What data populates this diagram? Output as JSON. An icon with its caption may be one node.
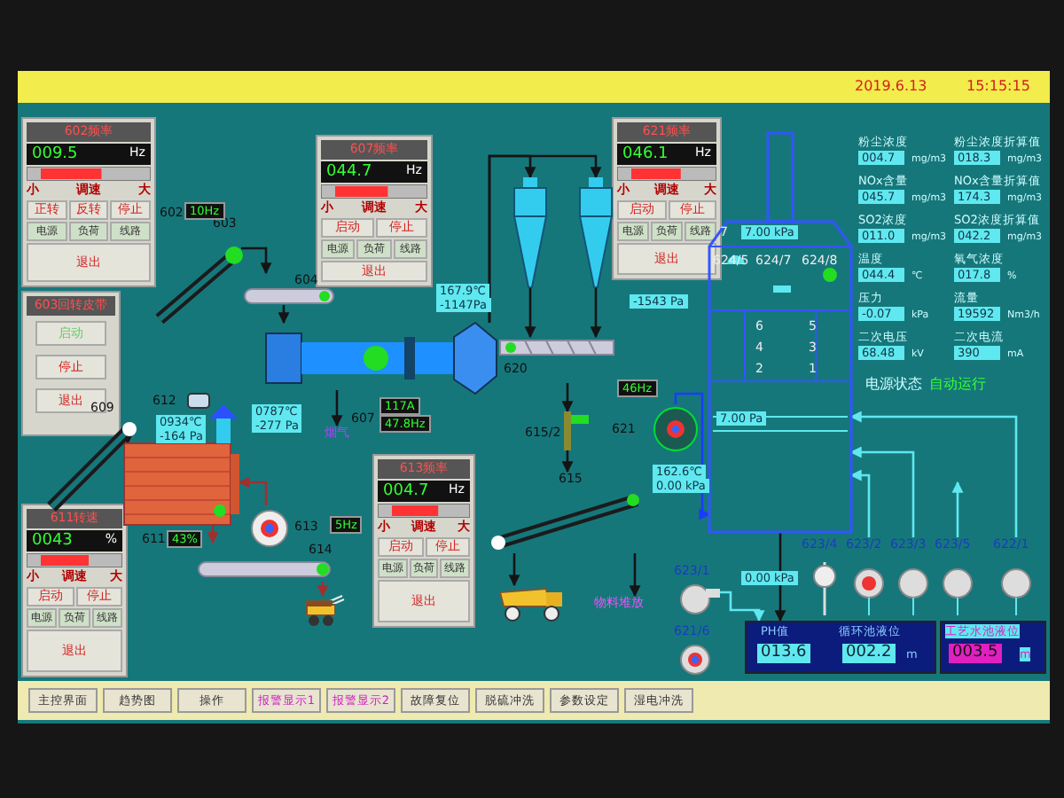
{
  "diagram": {
    "nodes": [
      {
        "text": [
          "602频率",
          "009.5",
          "Hz",
          "小",
          "调速",
          "大",
          "正转",
          "反转",
          "停止",
          "电源",
          "负荷",
          "线路",
          "退出"
        ]
      },
      {
        "text": [
          "603回转皮带",
          "启动",
          "停止",
          "退出"
        ]
      },
      {
        "text": [
          "607频率",
          "044.7",
          "Hz",
          "小",
          "调速",
          "大",
          "启动",
          "停止",
          "电源",
          "负荷",
          "线路",
          "退出"
        ]
      },
      {
        "text": [
          "621频率",
          "046.1",
          "Hz",
          "小",
          "调速",
          "大",
          "启动",
          "停止",
          "电源",
          "负荷",
          "线路",
          "退出"
        ]
      },
      {
        "text": [
          "611转速",
          "0043",
          "%",
          "小",
          "调速",
          "大",
          "启动",
          "停止",
          "电源",
          "负荷",
          "线路",
          "退出"
        ]
      },
      {
        "text": [
          "613频率",
          "004.7",
          "Hz",
          "小",
          "调速",
          "大",
          "启动",
          "停止",
          "电源",
          "负荷",
          "线路",
          "退出"
        ]
      },
      {
        "text": [
          "603"
        ]
      },
      {
        "text": [
          "604"
        ]
      },
      {
        "text": [],
        "shape": "picture"
      },
      {
        "text": [],
        "shape": "picture"
      },
      {
        "text": [
          "609"
        ]
      },
      {
        "text": [
          "613"
        ]
      },
      {
        "text": [
          "614"
        ]
      },
      {
        "text": [],
        "shape": "picture"
      },
      {
        "text": [],
        "shape": "picture"
      },
      {
        "text": [],
        "shape": "picture"
      },
      {
        "text": [
          "620"
        ]
      },
      {
        "text": [
          "615"
        ]
      },
      {
        "text": [],
        "shape": "picture"
      },
      {
        "text": [
          "物料堆放"
        ]
      },
      {
        "text": [
          "烟气"
        ]
      },
      {
        "text": [
          "621"
        ]
      },
      {
        "text": [],
        "shape": "picture"
      },
      {
        "text": [
          "PH值",
          "013.6",
          "循环池液位",
          "002.2",
          "m"
        ]
      },
      {
        "text": [
          "工艺水池液位",
          "003.5",
          "m"
        ]
      },
      {
        "text": [
          "623/4"
        ]
      },
      {
        "text": [
          "623/2"
        ]
      },
      {
        "text": [
          "623/3"
        ]
      },
      {
        "text": [
          "623/5"
        ]
      },
      {
        "text": [
          "622/1"
        ]
      },
      {
        "text": [
          "623/1"
        ]
      },
      {
        "text": [
          "621/6"
        ]
      },
      {
        "text": [
          "612"
        ]
      },
      {
        "text": [],
        "shape": "picture"
      },
      {
        "text": [
          "615/2"
        ]
      }
    ],
    "edges": [
      {
        "from": 6,
        "to": 7,
        "arrow": "to"
      },
      {
        "from": 7,
        "to": 8,
        "arrow": "to"
      },
      {
        "from": 10,
        "to": 9,
        "arrow": "to"
      },
      {
        "from": 11,
        "to": 9,
        "arrow": "to",
        "color": "#a03030"
      },
      {
        "from": 9,
        "to": 12,
        "arrow": "to",
        "color": "#a03030"
      },
      {
        "from": 12,
        "to": 13,
        "arrow": "to",
        "color": "#a03030"
      },
      {
        "from": 8,
        "to": 14,
        "arrow": "to"
      },
      {
        "from": 8,
        "to": 15,
        "arrow": "to"
      },
      {
        "from": 8,
        "to": 20,
        "arrow": "to"
      },
      {
        "from": 14,
        "to": 16,
        "arrow": "to"
      },
      {
        "from": 15,
        "to": 16,
        "arrow": "to"
      },
      {
        "from": 16,
        "to": 34,
        "arrow": "to"
      },
      {
        "from": 34,
        "to": 17,
        "arrow": "to"
      },
      {
        "from": 17,
        "to": 18,
        "arrow": "to"
      },
      {
        "from": 17,
        "to": 19,
        "arrow": "to"
      },
      {
        "from": 21,
        "to": 22,
        "arrow": "to",
        "color": "#1a3cff"
      },
      {
        "from": 22,
        "to": 23,
        "arrow": "to"
      },
      {
        "from": 30,
        "to": 23,
        "arrow": "to",
        "color": "#5fe8ef"
      },
      {
        "from": 26,
        "to": 22,
        "arrow": "to",
        "color": "#5fe8ef"
      },
      {
        "from": 27,
        "to": 22,
        "arrow": "to",
        "color": "#5fe8ef"
      },
      {
        "from": 29,
        "to": 22,
        "arrow": "to",
        "color": "#5fe8ef"
      },
      {
        "from": 28,
        "to": null,
        "arrow": "to",
        "color": "#5fe8ef"
      }
    ],
    "labels": [
      "2019.6.13",
      "15:15:15",
      "602",
      "10Hz",
      "0934℃",
      "-164 Pa",
      "0787℃",
      "-277 Pa",
      "611",
      "43%",
      "5Hz",
      "167.9℃",
      "-1147Pa",
      "607",
      "117A",
      "47.8Hz",
      "-1543 Pa",
      "46Hz",
      "162.6℃",
      "0.00 kPa",
      "0.00 kPa",
      "7",
      "7.00 kPa",
      "624/5",
      "624/7",
      "624/8",
      "6",
      "5",
      "4",
      "3",
      "2",
      "1",
      "7.00 Pa",
      "粉尘浓度",
      "004.7",
      "mg/m3",
      "粉尘浓度折算值",
      "018.3",
      "mg/m3",
      "NOx含量",
      "045.7",
      "mg/m3",
      "NOx含量折算值",
      "174.3",
      "mg/m3",
      "SO2浓度",
      "011.0",
      "mg/m3",
      "SO2浓度折算值",
      "042.2",
      "mg/m3",
      "温度",
      "044.4",
      "℃",
      "氧气浓度",
      "017.8",
      "%",
      "压力",
      "-0.07",
      "kPa",
      "流量",
      "19592",
      "Nm3/h",
      "二次电压",
      "68.48",
      "kV",
      "二次电流",
      "390",
      "mA",
      "电源状态",
      "自动运行",
      "主控界面",
      "趋势图",
      "操作",
      "报警显示1",
      "报警显示2",
      "故障复位",
      "脱硫冲洗",
      "参数设定",
      "湿电冲洗"
    ]
  }
}
